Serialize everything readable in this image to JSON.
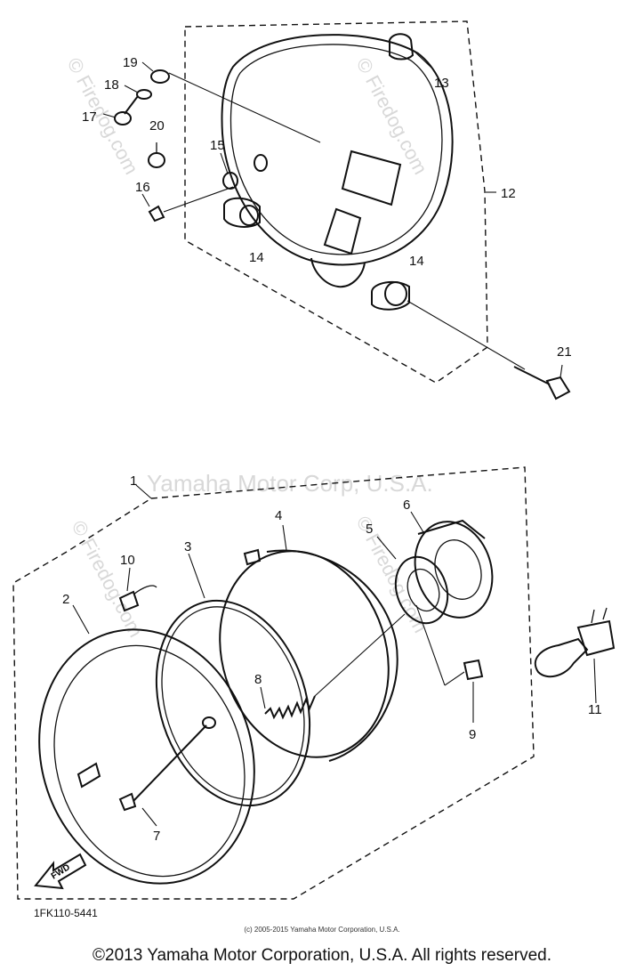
{
  "watermarks": {
    "main": "Yamaha Motor Corp, U.S.A.",
    "site": "© Firedog.com"
  },
  "diagram_code": "1FK110-5441",
  "small_credit": "(c) 2005-2015 Yamaha Motor Corporation, U.S.A.",
  "copyright": "©2013 Yamaha Motor Corporation, U.S.A. All rights reserved.",
  "fwd_label": "FWD",
  "callouts": [
    {
      "id": "c19",
      "text": "19"
    },
    {
      "id": "c18",
      "text": "18"
    },
    {
      "id": "c17",
      "text": "17"
    },
    {
      "id": "c20",
      "text": "20"
    },
    {
      "id": "c15",
      "text": "15"
    },
    {
      "id": "c16",
      "text": "16"
    },
    {
      "id": "c13",
      "text": "13"
    },
    {
      "id": "c12",
      "text": "12"
    },
    {
      "id": "c14a",
      "text": "14"
    },
    {
      "id": "c14b",
      "text": "14"
    },
    {
      "id": "c21",
      "text": "21"
    },
    {
      "id": "c1",
      "text": "1"
    },
    {
      "id": "c4",
      "text": "4"
    },
    {
      "id": "c6",
      "text": "6"
    },
    {
      "id": "c5",
      "text": "5"
    },
    {
      "id": "c3",
      "text": "3"
    },
    {
      "id": "c10",
      "text": "10"
    },
    {
      "id": "c2",
      "text": "2"
    },
    {
      "id": "c8",
      "text": "8"
    },
    {
      "id": "c9",
      "text": "9"
    },
    {
      "id": "c11",
      "text": "11"
    },
    {
      "id": "c7",
      "text": "7"
    }
  ]
}
